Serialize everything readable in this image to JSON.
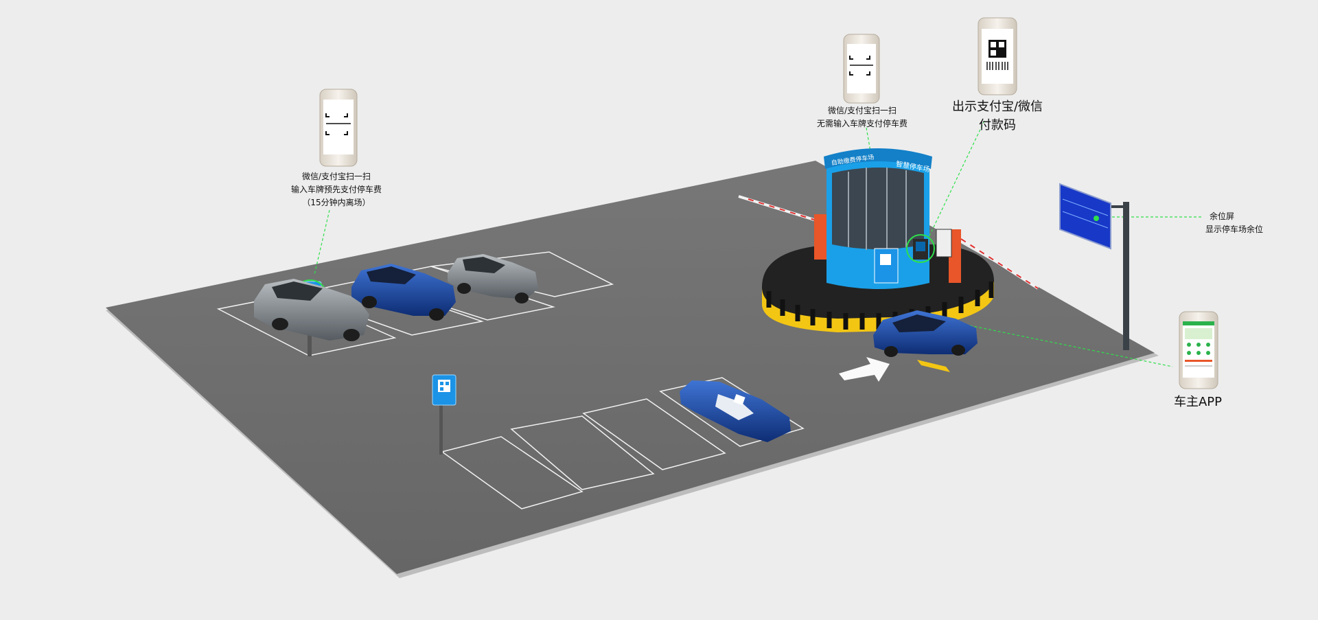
{
  "colors": {
    "ground": "#6f6f6f",
    "page_bg": "#ededed",
    "guide_line": "#2ee04a",
    "booth_blue": "#1aa0e8",
    "booth_orange": "#e8562a",
    "curb_yellow": "#f3c614",
    "sign_blue": "#1b93e6",
    "screen_blue": "#1838c8"
  },
  "labels": {
    "scan_prepay": [
      "微信/支付宝扫一扫",
      "输入车牌预先支付停车费",
      "（15分钟内离场）"
    ],
    "scan_exit": [
      "微信/支付宝扫一扫",
      "无需输入车牌支付停车费"
    ],
    "show_code": [
      "出示支付宝/微信",
      "付款码"
    ],
    "remaining": [
      "余位屏",
      "显示停车场余位"
    ],
    "app": "车主APP"
  },
  "booth": {
    "sign_left": "自助缴费停车场",
    "sign_right": "智慧停车场"
  },
  "icons": [
    "phone-scan-icon",
    "phone-qr-barcode-icon",
    "phone-app-icon",
    "qr-sign-icon",
    "entry-arrow-icon",
    "car-icon"
  ]
}
